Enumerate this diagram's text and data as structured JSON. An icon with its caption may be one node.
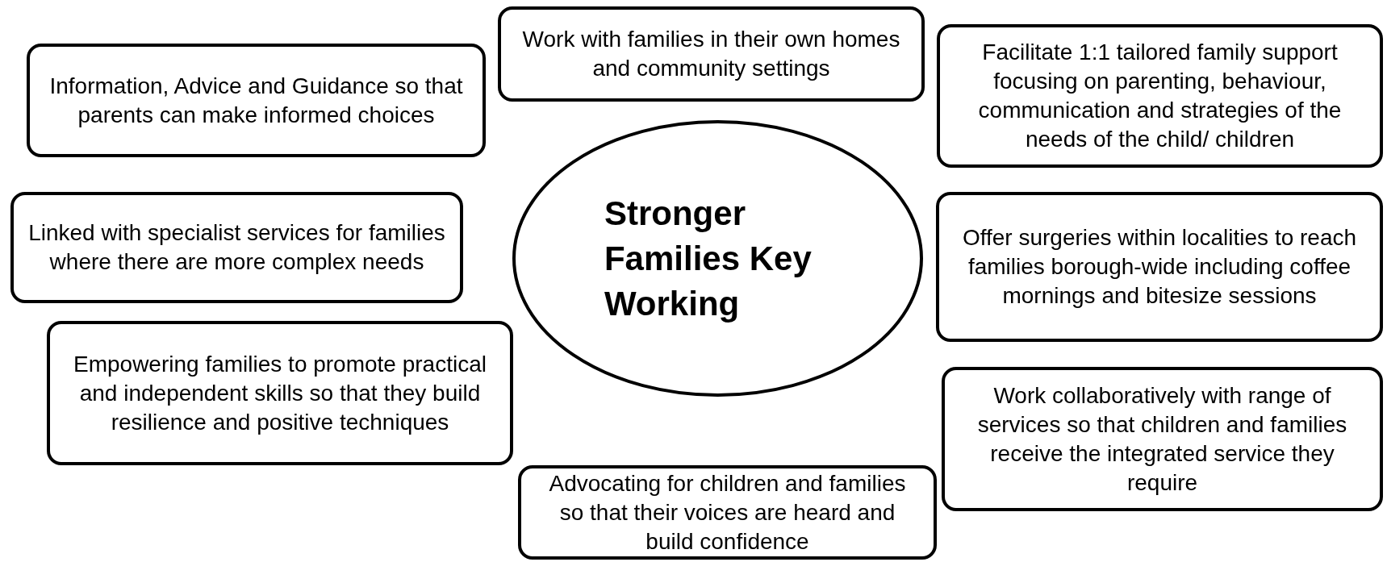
{
  "diagram": {
    "nodes": [
      {
        "text": [
          "Work with families in their own homes and community settings"
        ]
      },
      {
        "text": [
          "Facilitate 1:1 tailored family support focusing on parenting, behaviour, communication and strategies of the needs of the child/ children"
        ]
      },
      {
        "text": [
          "Information, Advice and Guidance so that parents can make informed choices"
        ]
      },
      {
        "text": [
          "Stronger Families Key Working"
        ]
      },
      {
        "text": [
          "Linked with specialist services for families where there are more complex needs"
        ]
      },
      {
        "text": [
          "Offer surgeries within localities to reach families borough-wide including coffee mornings and bitesize sessions"
        ]
      },
      {
        "text": [
          "Empowering families to promote practical and independent skills so that they build resilience and positive techniques"
        ]
      },
      {
        "text": [
          "Work collaboratively with range of services so that children and families receive the integrated service they require"
        ]
      },
      {
        "text": [
          "Advocating for children and families so that their voices are heard and build confidence"
        ]
      }
    ],
    "edges": []
  }
}
